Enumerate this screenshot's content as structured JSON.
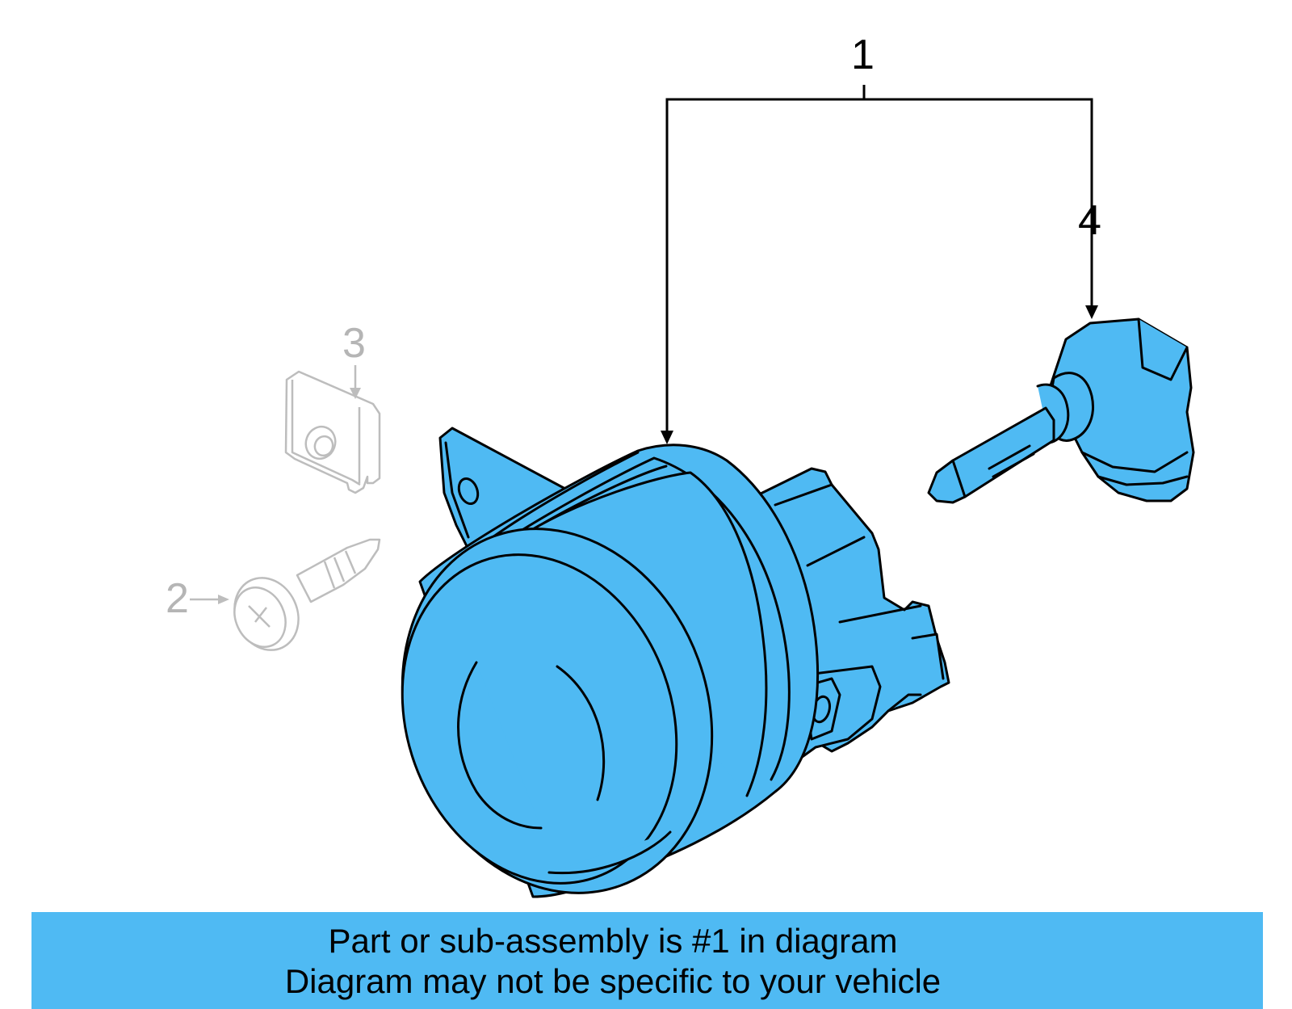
{
  "colors": {
    "part_fill": "#4FBAF3",
    "outline": "#000000",
    "ghost_outline": "#BDBDBD",
    "ghost_text": "#B5B5B5",
    "banner": "#4FBAF3"
  },
  "callouts": {
    "c1": "1",
    "c2": "2",
    "c3": "3",
    "c4": "4"
  },
  "banner": {
    "line1": "Part or sub-assembly is #1 in diagram",
    "line2": "Diagram may not be specific to your vehicle"
  }
}
